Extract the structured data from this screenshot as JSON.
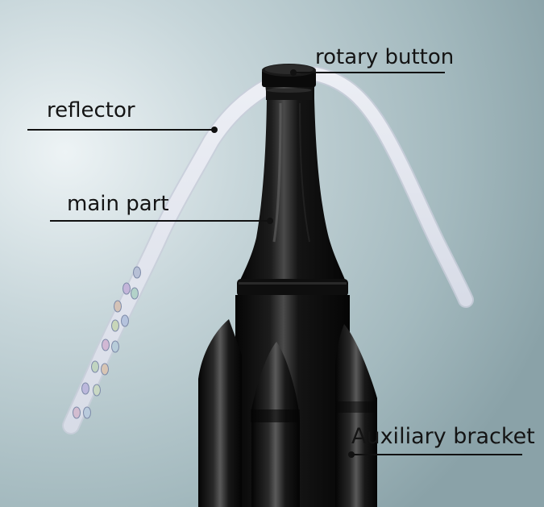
{
  "labels": {
    "rotary_button": "rotary button",
    "reflector": "reflector",
    "main_part": "main part",
    "auxiliary_bracket": "Auxiliary bracket"
  },
  "colors": {
    "background_light": "#e8f0f2",
    "background_dark": "#8fa7ad",
    "device_body": "#0d0d0d",
    "leader_line": "#111111",
    "reflector_strip": "#e3e6ee"
  }
}
